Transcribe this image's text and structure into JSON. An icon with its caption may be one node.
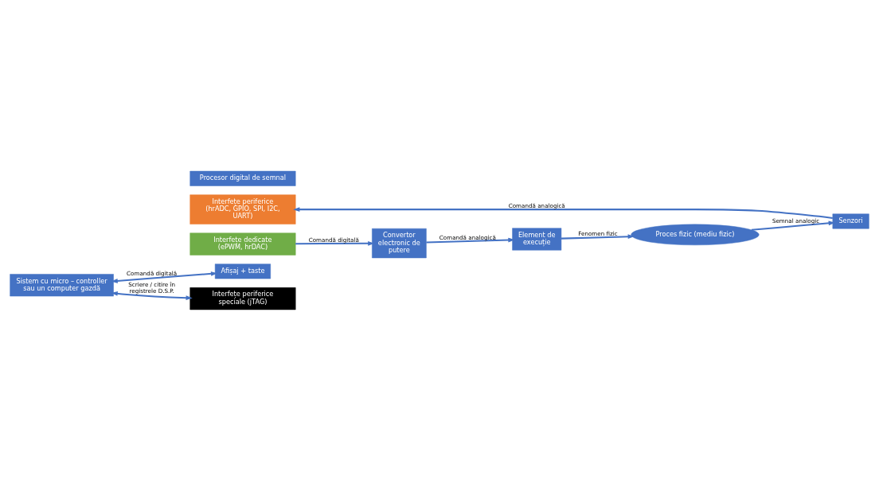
{
  "diagram": {
    "nodes": [
      {
        "text": [
          "Sistem cu micro – controller sau un computer gazdă"
        ]
      },
      {
        "text": [
          "Senzori"
        ]
      },
      {
        "text": [
          "Afișaj + taste"
        ]
      },
      {
        "text": [
          "Interfețe periferice speciale (jTAG)"
        ]
      },
      {
        "text": [
          "Interfețe periferice (hrADC, GPIO, SPI, I2C, UART)"
        ]
      },
      {
        "text": [
          "Procesor digital de semnal"
        ]
      },
      {
        "text": [
          "Proces fizic (mediu fizic)"
        ]
      },
      {
        "text": [
          "Interfețe dedicate (ePWM, hrDAC)"
        ]
      },
      {
        "text": [
          "Element de execuție"
        ]
      },
      {
        "text": [
          "Convertor electronic de putere"
        ]
      }
    ],
    "edges": [
      {
        "from": 0,
        "to": 3,
        "arrow": "both",
        "label": "Scriere / citire în registrele D.S.P."
      },
      {
        "from": 0,
        "to": 2,
        "arrow": "both",
        "label": "Comandă digitală"
      },
      {
        "from": 1,
        "to": 4,
        "arrow": "to",
        "label": "Comandă analogică"
      },
      {
        "from": 6,
        "to": 1,
        "arrow": "to",
        "label": "Semnal analogic"
      },
      {
        "from": 7,
        "to": 9,
        "arrow": "to",
        "label": "Comandă digitală"
      },
      {
        "from": 9,
        "to": 8,
        "arrow": "to",
        "label": "Comandă analogică"
      },
      {
        "from": 8,
        "to": 6,
        "arrow": "to",
        "label": "Fenomen fizic"
      }
    ]
  }
}
